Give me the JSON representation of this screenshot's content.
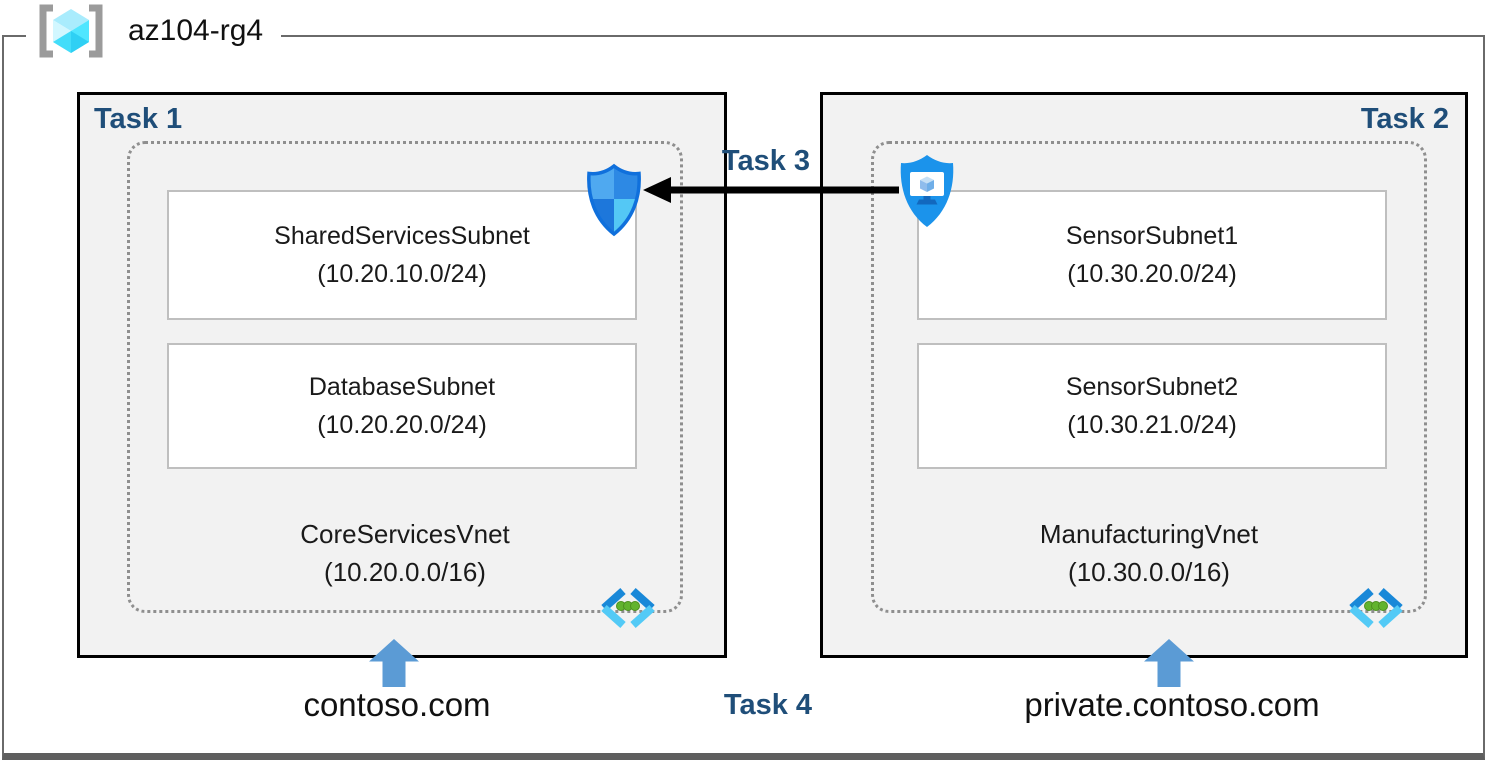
{
  "resource_group": {
    "name": "az104-rg4"
  },
  "labels": {
    "task1": "Task 1",
    "task2": "Task 2",
    "task3": "Task 3",
    "task4": "Task 4"
  },
  "vnets": {
    "core": {
      "name": "CoreServicesVnet",
      "cidr": "(10.20.0.0/16)",
      "dns": "contoso.com",
      "subnets": {
        "shared": {
          "name": "SharedServicesSubnet",
          "cidr": "(10.20.10.0/24)"
        },
        "database": {
          "name": "DatabaseSubnet",
          "cidr": "(10.20.20.0/24)"
        }
      }
    },
    "manufacturing": {
      "name": "ManufacturingVnet",
      "cidr": "(10.30.0.0/16)",
      "dns": "private.contoso.com",
      "subnets": {
        "sensor1": {
          "name": "SensorSubnet1",
          "cidr": "(10.30.20.0/24)"
        },
        "sensor2": {
          "name": "SensorSubnet2",
          "cidr": "(10.30.21.0/24)"
        }
      }
    }
  },
  "icons": {
    "resource_group": "resource-group-icon",
    "nsg": "network-security-group-shield-icon",
    "bastion": "bastion-shield-monitor-icon",
    "vnet": "virtual-network-chevrons-icon",
    "peering_arrow": "left-arrow-icon",
    "dns_arrow": "up-arrow-icon"
  },
  "colors": {
    "task_label": "#1f4e79",
    "box_fill": "#f2f2f2",
    "box_border": "#000000",
    "dotted_border": "#8f8f8f",
    "subnet_border": "#bfbfbf",
    "frame_gray": "#6a6a6a",
    "up_arrow_blue": "#5b9bd5",
    "peer_arrow_black": "#000000",
    "bastion_blue": "#1b93eb",
    "nsg_blue_dark": "#1d77db",
    "nsg_blue_light": "#54c8f5",
    "vnet_chevron_blue": "#1988d8",
    "vnet_chevron_cyan": "#53caf6",
    "vnet_dot_green": "#62b32e",
    "rg_cube_cyan": "#50e6ff",
    "rg_bracket_gray": "#9b9b9b"
  }
}
